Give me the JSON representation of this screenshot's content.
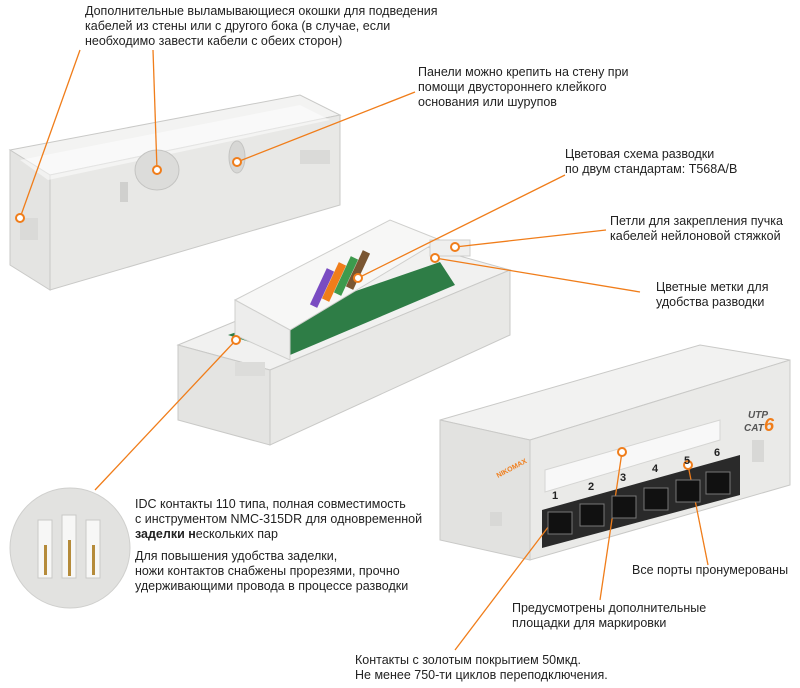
{
  "captions": {
    "knockouts": "Дополнительные выламывающиеся окошки для подведения\nкабелей из стены или с другого бока (в случае, если\nнеобходимо завести кабели с обеих сторон)",
    "mounting": "Панели можно крепить на стену при\nпомощи двустороннего клейкого\nоснования или шурупов",
    "color_scheme": "Цветовая схема разводки\nпо двум стандартам: T568A/B",
    "loops": "Петли для закрепления пучка\nкабелей нейлоновой стяжкой",
    "color_marks": "Цветные метки для\nудобства разводки",
    "idc_line1": "IDC контакты 110 типа, полная совместимость",
    "idc_line2": "с инструментом NMC-315DR для одновременной",
    "idc_line3_bold": "заделки н",
    "idc_line3_rest": "ескольких пар",
    "blades": "Для повышения удобства заделки,\nножи контактов снабжены прорезями, прочно\nудерживающими провода в процессе разводки",
    "numbered": "Все порты пронумерованы",
    "marking_pads": "Предусмотрены дополнительные\nплощадки для маркировки",
    "gold": "Контакты с золотым покрытием 50мкд.\nНе менее 750-ти циклов переподключения."
  },
  "product": {
    "badge_line1": "UTP",
    "badge_line2": "CAT",
    "badge_num": "6",
    "brand": "NIKOMAX",
    "ports": [
      "1",
      "2",
      "3",
      "4",
      "5",
      "6"
    ]
  },
  "colors": {
    "callout": "#f07d1a",
    "housing": "#ececeb",
    "pcb": "#2e7d46"
  }
}
